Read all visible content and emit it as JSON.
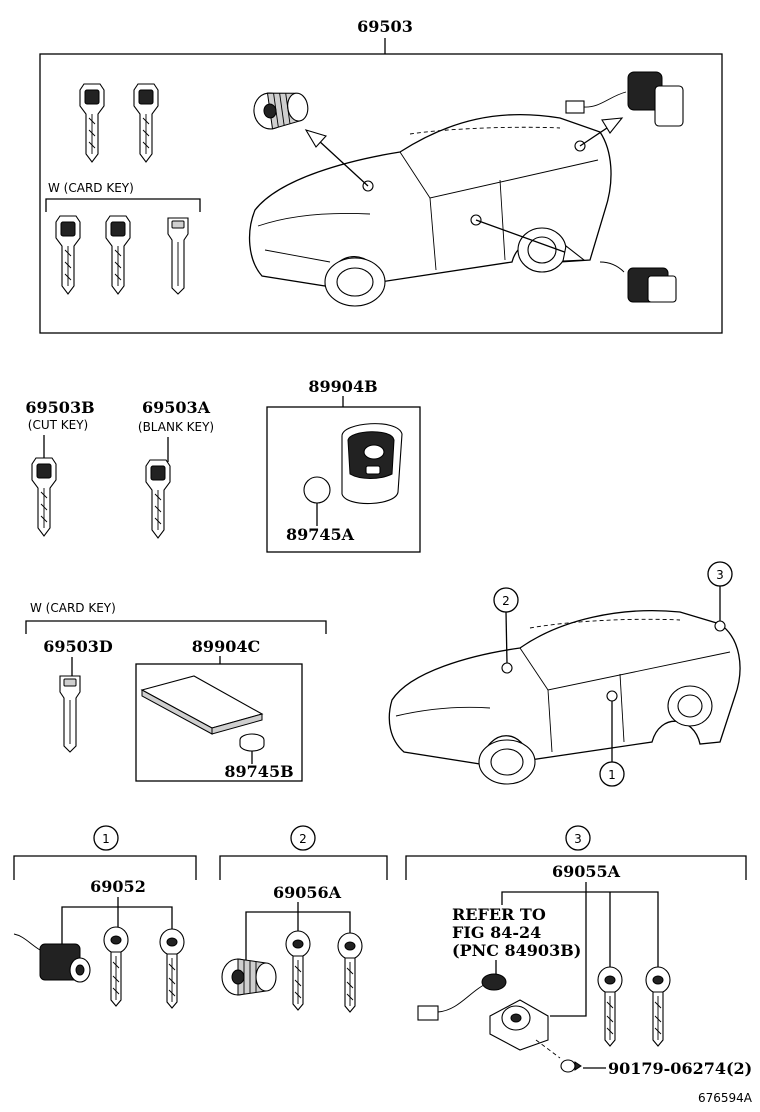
{
  "main_group": {
    "part_no": "69503"
  },
  "card_key_group_top": {
    "label": "W (CARD KEY)"
  },
  "cut_key": {
    "part_no": "69503B",
    "desc": "(CUT KEY)"
  },
  "blank_key": {
    "part_no": "69503A",
    "desc": "(BLANK KEY)"
  },
  "transmitter": {
    "part_no": "89904B",
    "battery_no": "89745A"
  },
  "card_key_group_mid": {
    "label": "W (CARD KEY)",
    "key_no": "69503D",
    "card_no": "89904C",
    "battery_no": "89745B"
  },
  "callouts": {
    "one": "1",
    "two": "2",
    "three": "3"
  },
  "group1": {
    "label": "1",
    "part_no": "69052"
  },
  "group2": {
    "label": "2",
    "part_no": "69056A"
  },
  "group3": {
    "label": "3",
    "part_no": "69055A",
    "refer_line1": "REFER TO",
    "refer_line2": "FIG 84-24",
    "refer_line3": "(PNC 84903B)",
    "screw_no": "90179-06274(2)"
  },
  "illustration_id": "676594A"
}
